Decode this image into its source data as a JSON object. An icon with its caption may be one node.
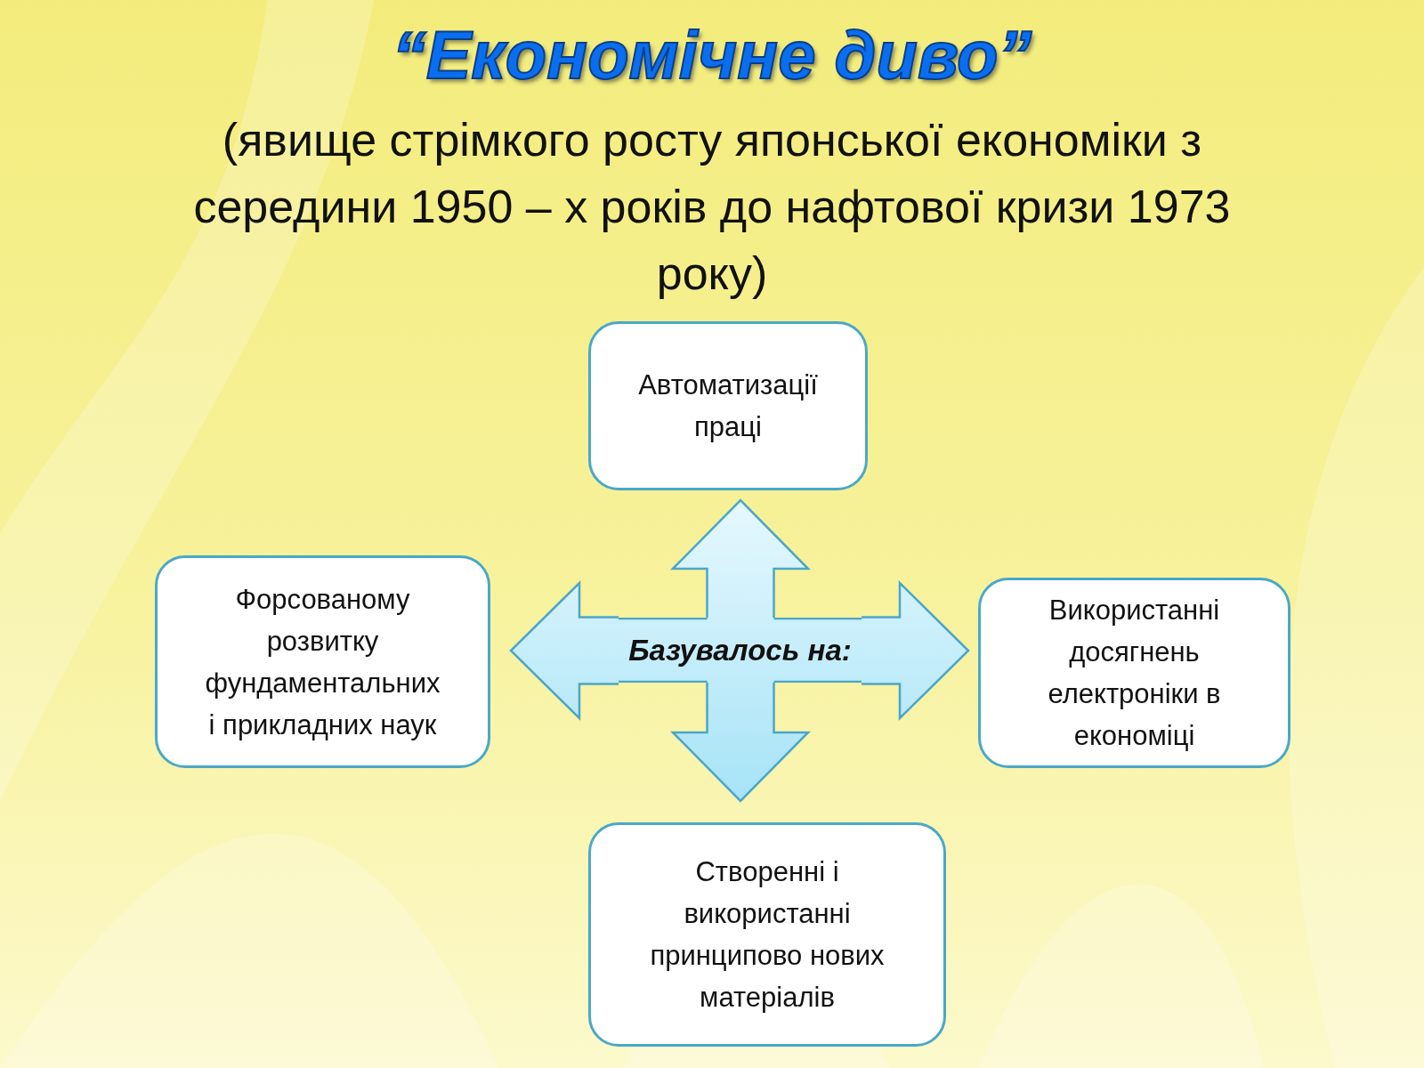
{
  "diagram": {
    "title": "“Економічне диво”",
    "nodes": [
      {
        "text": [
          "Автоматизації праці"
        ]
      },
      {
        "text": [
          "Форсованому розвитку фундаментальних і прикладних наук"
        ]
      },
      {
        "text": [
          "Базувалось на:"
        ]
      },
      {
        "text": [
          "Використанні досягнень електроніки в економіці"
        ]
      },
      {
        "text": [
          "Створенні і використанні принципово нових матеріалів"
        ]
      }
    ],
    "edges": [
      {
        "from": 2,
        "to": 0,
        "arrow": "to"
      },
      {
        "from": 2,
        "to": 1,
        "arrow": "to"
      },
      {
        "from": 2,
        "to": 3,
        "arrow": "to"
      },
      {
        "from": 2,
        "to": 4,
        "arrow": "to"
      }
    ],
    "labels": [
      "(явище стрімкого росту японської економіки з середини 1950 – х років до нафтової кризи 1973 року)"
    ]
  }
}
